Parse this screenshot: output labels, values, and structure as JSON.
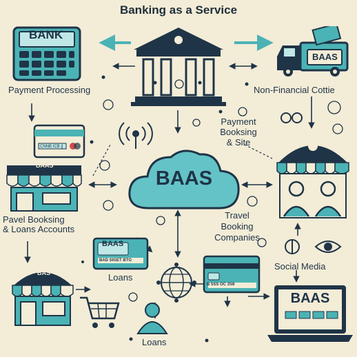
{
  "title": "Banking as a Service",
  "center": {
    "label": "BAAS"
  },
  "nodes": {
    "bank": {
      "sign": "BANK",
      "caption": "Payment Processing"
    },
    "truck": {
      "badge": "BAAS",
      "caption": "Non-Financial Cottie"
    },
    "payment_site": {
      "caption_line1": "Payment",
      "caption_line2": "Booksing",
      "caption_line3": "& Site"
    },
    "left_store": {
      "badge": "BAAS",
      "caption_line1": "Pavel Booksing",
      "caption_line2": "& Loans Accounts"
    },
    "card_left": {
      "strip": "CNNB  ICB  ||"
    },
    "travel": {
      "caption_line1": "Travel",
      "caption_line2": "Booking",
      "caption_line3": "Companies"
    },
    "loan_card": {
      "badge": "BAAS",
      "strip": "BAD SIGET BTO",
      "caption": "Loans"
    },
    "card_right": {
      "strip": "B 5SS  OC  3S8"
    },
    "social": {
      "caption": "Social Media"
    },
    "bottom_store": {
      "badge": "BAS"
    },
    "person": {
      "caption": "Loans"
    },
    "laptop": {
      "screen": "BAAS"
    }
  },
  "colors": {
    "background": "#f3ecd7",
    "teal": "#4bb3b5",
    "navy": "#1f3447",
    "cloud": "#64c3c6"
  },
  "icons": [
    "bank-building-icon",
    "truck-icon",
    "calculator-icon",
    "credit-card-icon",
    "store-icon",
    "shopping-cart-icon",
    "globe-network-icon",
    "person-icon",
    "people-icon",
    "laptop-icon",
    "eye-icon",
    "cloud-icon",
    "wifi-signal-icon",
    "dollar-coin-icon"
  ]
}
